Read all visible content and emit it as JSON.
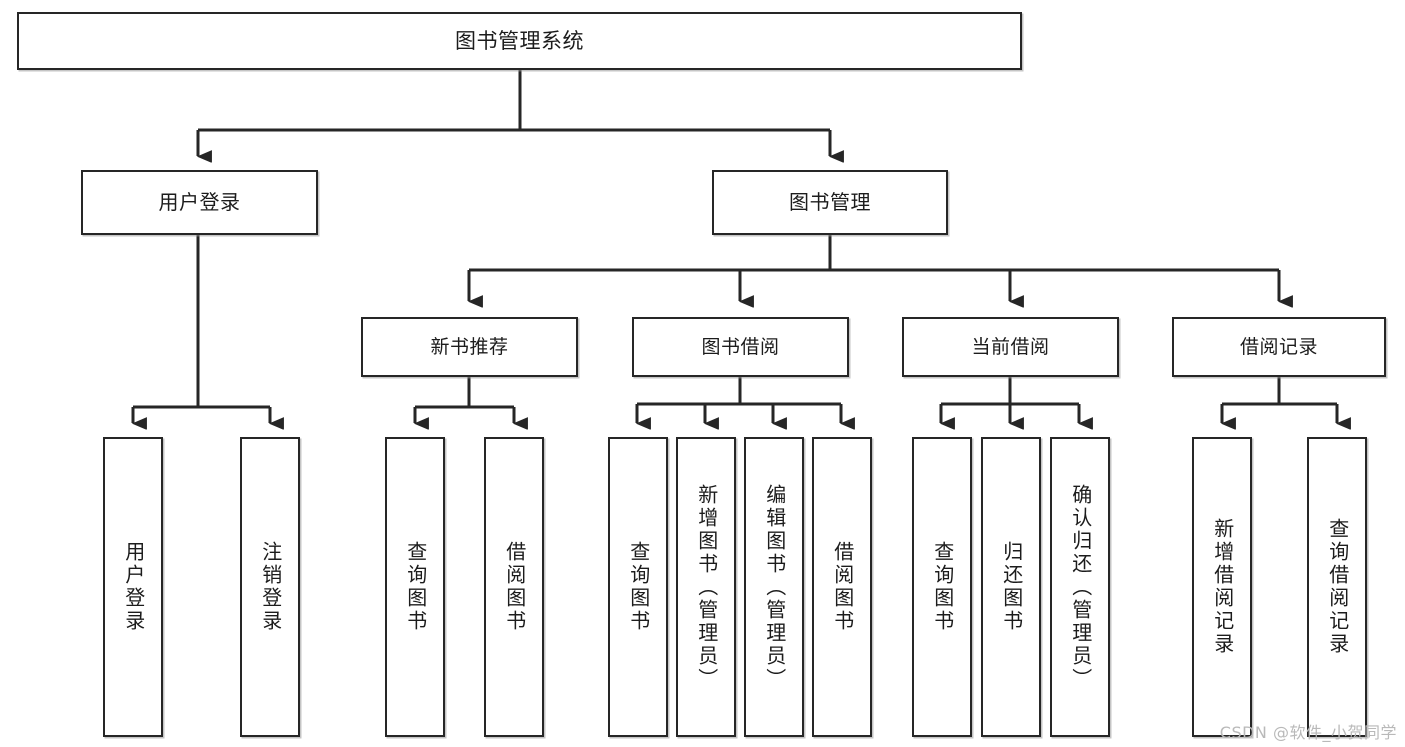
{
  "diagram": {
    "title": "图书管理系统",
    "type": "tree",
    "colors": {
      "box_border": "#262626",
      "box_fill": "#ffffff",
      "wire": "#262626",
      "watermark": "#b9b9b9"
    },
    "root": {
      "label": "图书管理系统"
    },
    "level1": [
      {
        "label": "用户登录"
      },
      {
        "label": "图书管理"
      }
    ],
    "level2": [
      {
        "label": "新书推荐"
      },
      {
        "label": "图书借阅"
      },
      {
        "label": "当前借阅"
      },
      {
        "label": "借阅记录"
      }
    ],
    "leaves": {
      "user_login": [
        {
          "label": "用户登录"
        },
        {
          "label": "注销登录"
        }
      ],
      "new_book": [
        {
          "label": "查询图书"
        },
        {
          "label": "借阅图书"
        }
      ],
      "borrow_book": [
        {
          "label": "查询图书"
        },
        {
          "label": "新增图书（管理员）"
        },
        {
          "label": "编辑图书（管理员）"
        },
        {
          "label": "借阅图书"
        }
      ],
      "current_borrow": [
        {
          "label": "查询图书"
        },
        {
          "label": "归还图书"
        },
        {
          "label": "确认归还（管理员）"
        }
      ],
      "borrow_record": [
        {
          "label": "新增借阅记录"
        },
        {
          "label": "查询借阅记录"
        }
      ]
    }
  },
  "watermark": {
    "text": "CSDN @软件_小贺同学"
  }
}
